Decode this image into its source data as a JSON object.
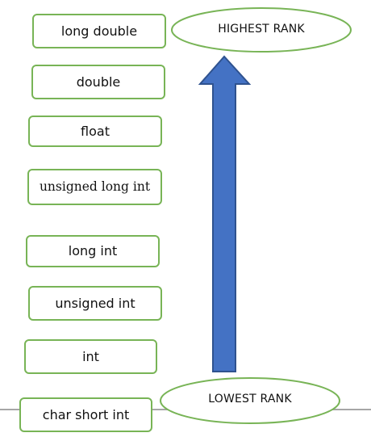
{
  "data_types": [
    "long double",
    "double",
    "float",
    "unsigned long int",
    "long int",
    "unsigned int",
    "int",
    "char short int"
  ],
  "highest_rank_label": "HIGHEST RANK",
  "lowest_rank_label": "LOWEST RANK",
  "colors": {
    "box_border": "#78b456",
    "ellipse_border": "#78b456",
    "arrow_fill": "#4472c4",
    "arrow_outline": "#2f528f",
    "baseline": "#a6a6a6"
  }
}
